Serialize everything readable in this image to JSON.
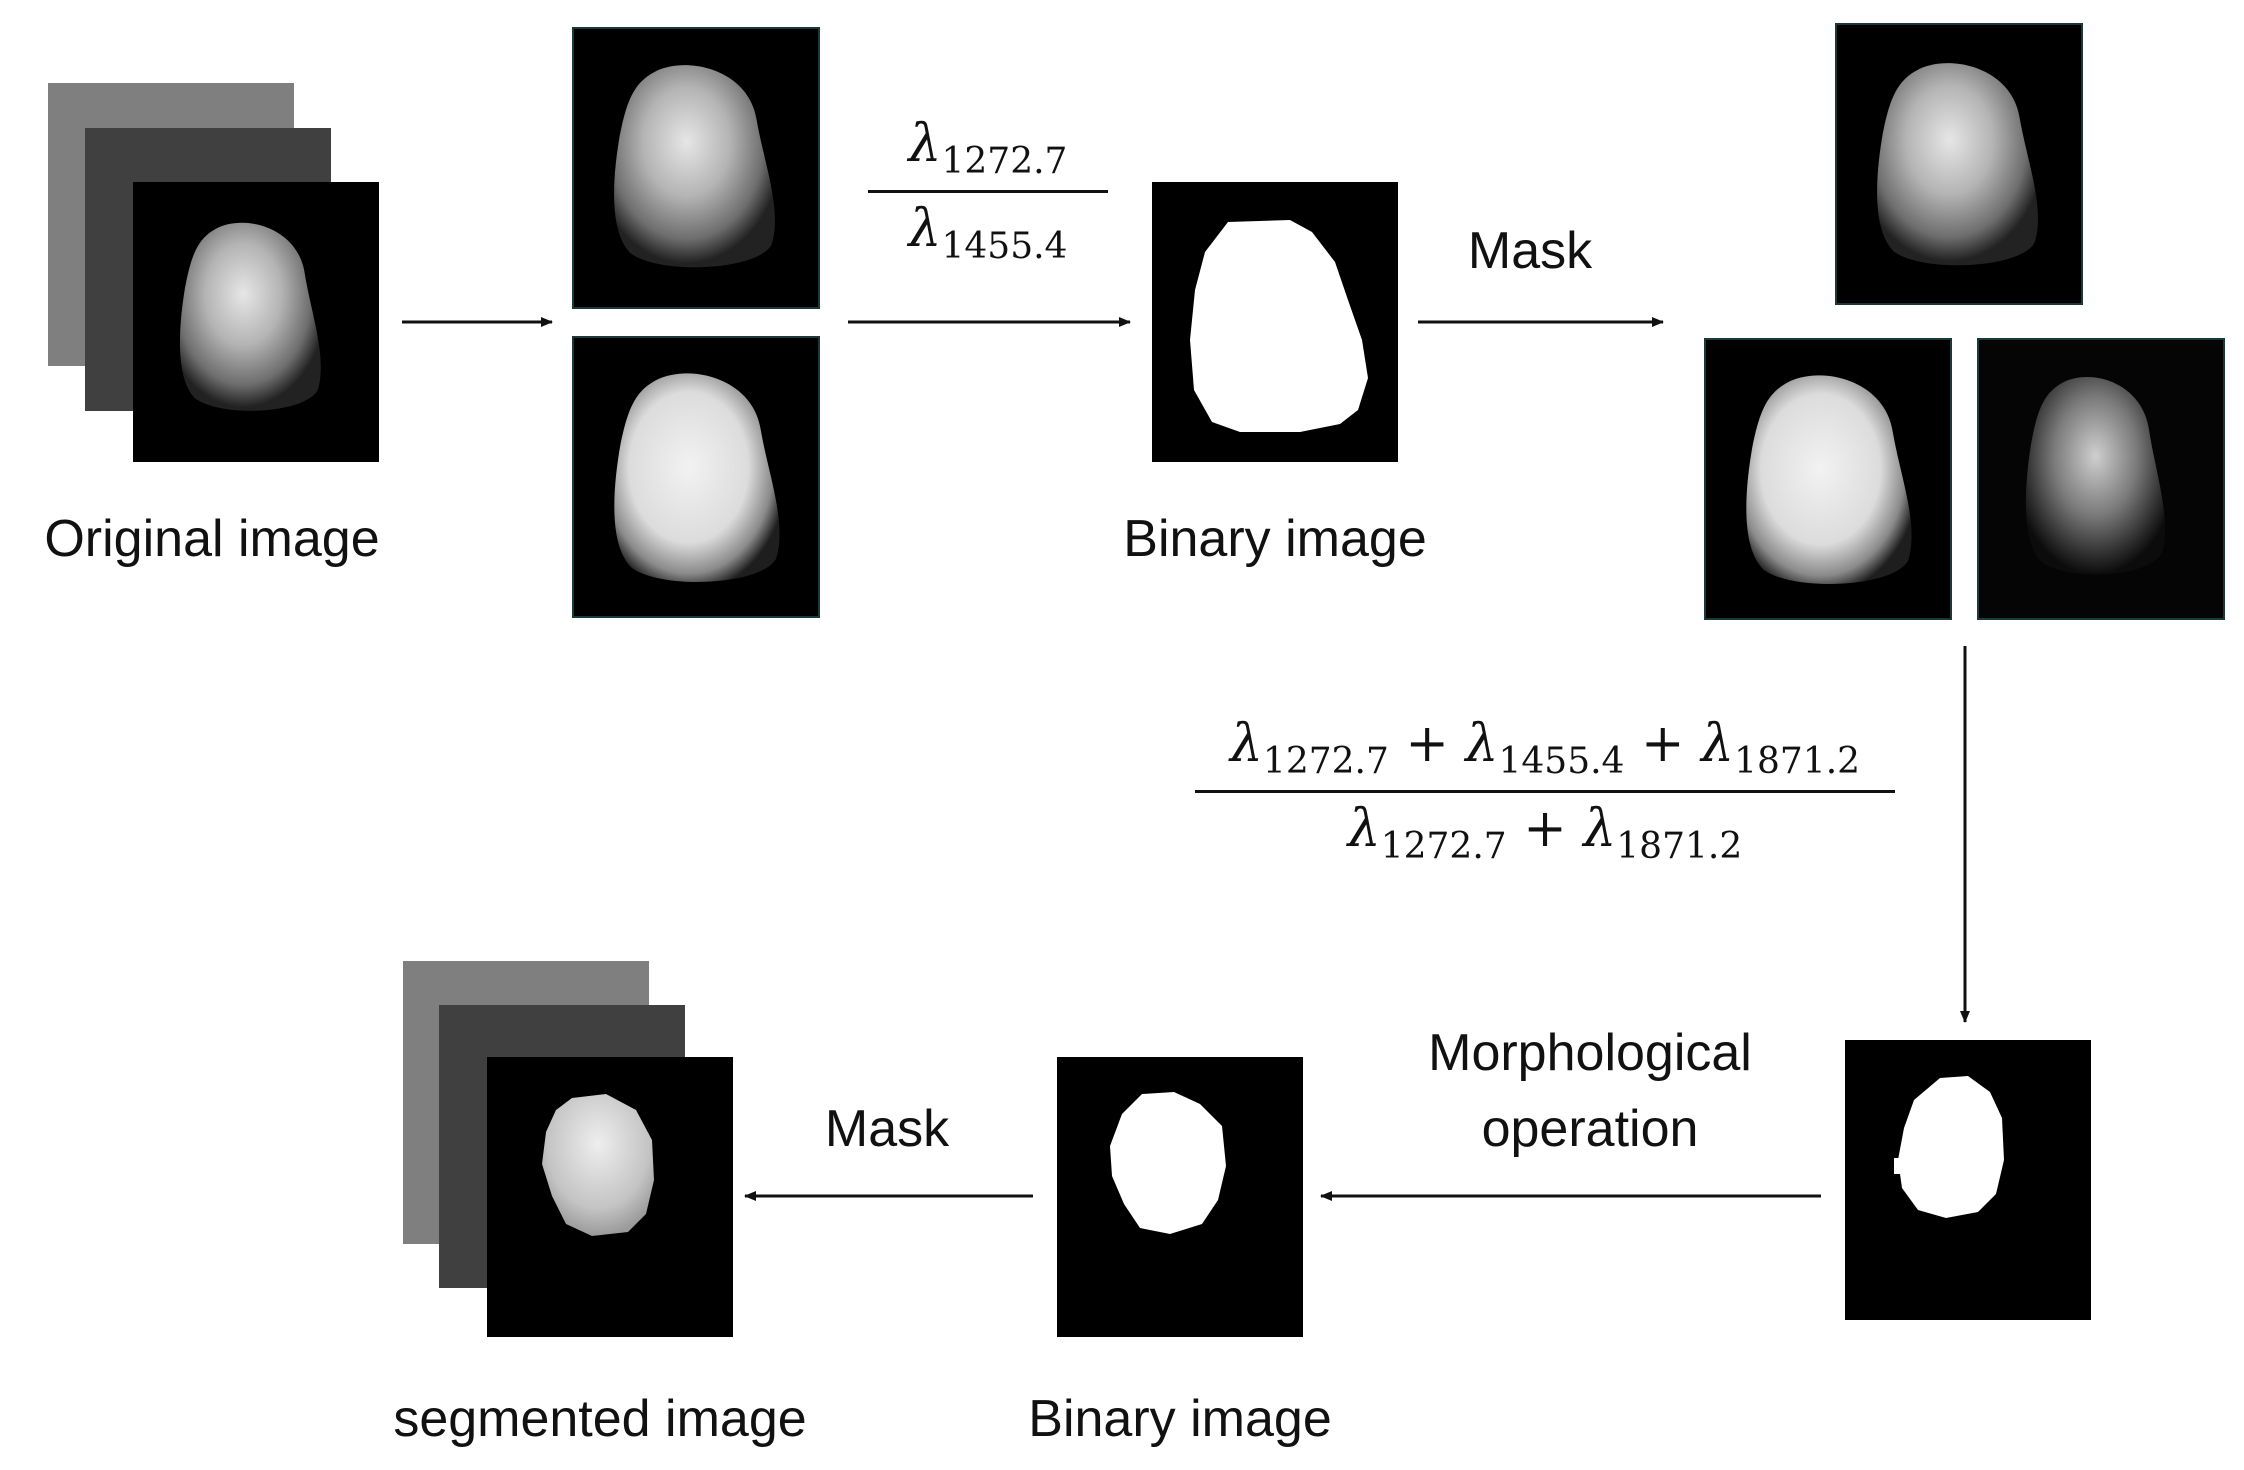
{
  "labels": {
    "original_image": "Original image",
    "binary_image_1": "Binary image",
    "binary_image_2": "Binary image",
    "segmented_image": "segmented image",
    "mask_1": "Mask",
    "mask_2": "Mask",
    "morph_line1": "Morphological",
    "morph_line2": "operation"
  },
  "formula_ratio": {
    "numerator": {
      "symbol": "λ",
      "sub": "1272.7"
    },
    "denominator": {
      "symbol": "λ",
      "sub": "1455.4"
    }
  },
  "formula_index": {
    "numerator": [
      {
        "symbol": "λ",
        "sub": "1272.7"
      },
      {
        "op": "+"
      },
      {
        "symbol": "λ",
        "sub": "1455.4"
      },
      {
        "op": "+"
      },
      {
        "symbol": "λ",
        "sub": "1871.2"
      }
    ],
    "denominator": [
      {
        "symbol": "λ",
        "sub": "1272.7"
      },
      {
        "op": "+"
      },
      {
        "symbol": "λ",
        "sub": "1871.2"
      }
    ]
  },
  "colors": {
    "arrow": "#111111",
    "background": "#000000",
    "mask": "#ffffff",
    "stack_back": "#7f7f7f",
    "stack_mid": "#404040"
  }
}
